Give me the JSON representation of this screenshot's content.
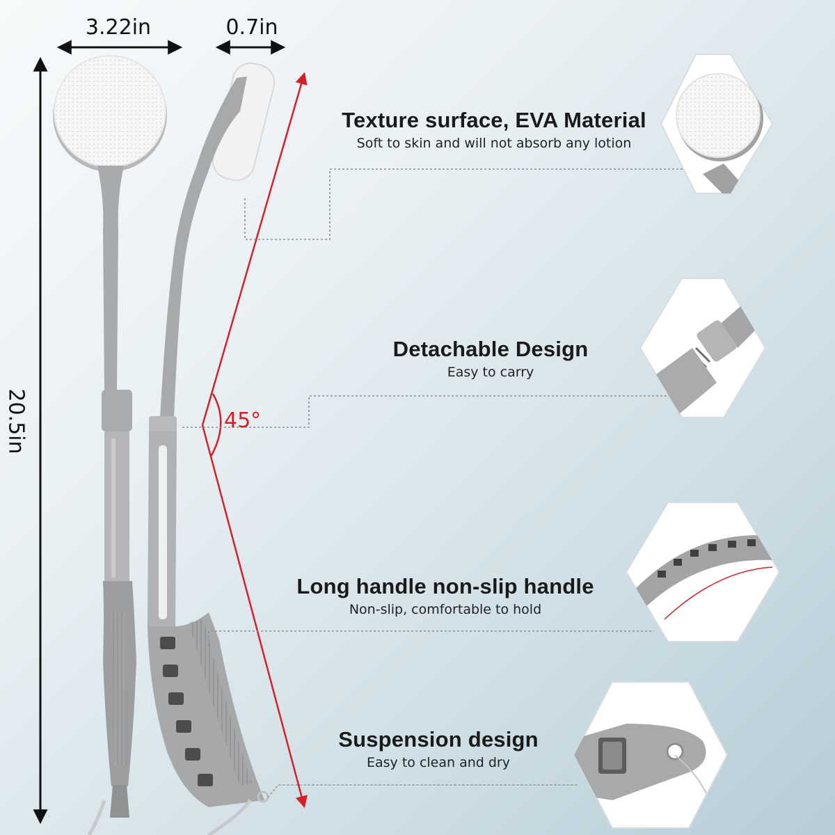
{
  "dimensions": {
    "head_width": "3.22in",
    "head_thickness": "0.7in",
    "total_length": "20.5in",
    "angle": "45°"
  },
  "features": [
    {
      "title": "Texture surface, EVA Material",
      "subtitle": "Soft to skin and will not absorb any lotion"
    },
    {
      "title": "Detachable Design",
      "subtitle": "Easy to carry"
    },
    {
      "title": "Long handle non-slip handle",
      "subtitle": "Non-slip, comfortable to hold"
    },
    {
      "title": "Suspension design",
      "subtitle": "Easy to clean and dry"
    }
  ],
  "colors": {
    "product_gray": "#a9abad",
    "pad_white": "#f4f4f4",
    "accent_red": "#d61f26"
  }
}
